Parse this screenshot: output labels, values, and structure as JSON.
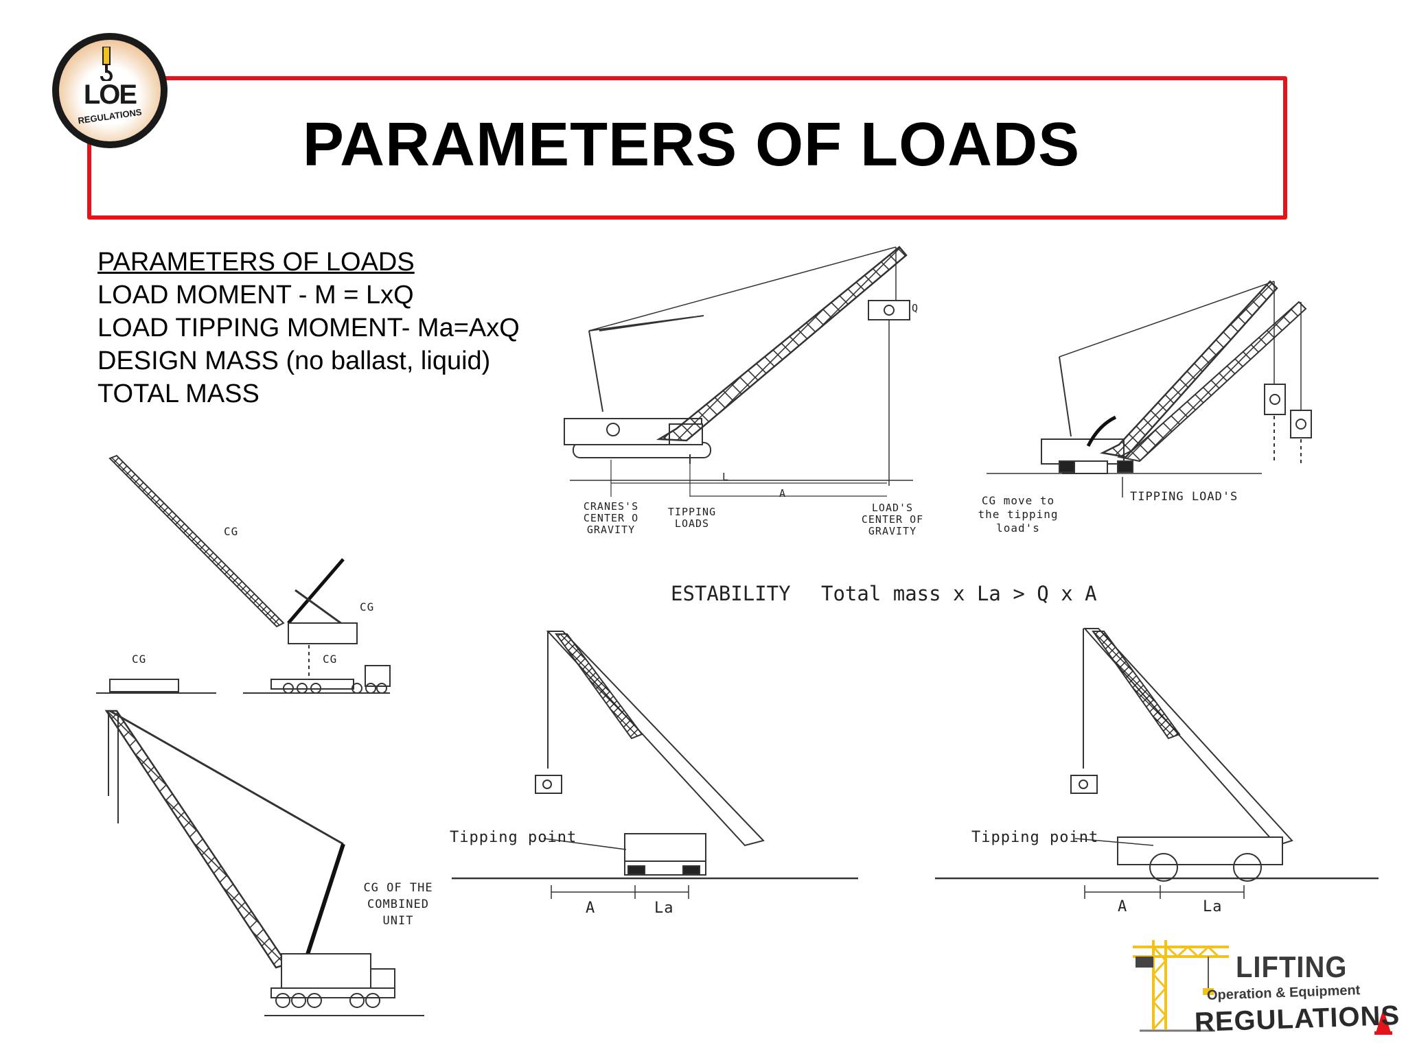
{
  "title": "PARAMETERS OF LOADS",
  "logo": {
    "word": "LOE",
    "sub": "REGULATIONS"
  },
  "parameters": {
    "heading": "PARAMETERS OF LOADS",
    "lines": [
      "LOAD MOMENT -  M = LxQ",
      "LOAD TIPPING MOMENT- Ma=AxQ",
      "DESIGN MASS (no ballast, liquid)",
      "TOTAL MASS"
    ]
  },
  "diagram_crawler": {
    "q": "Q",
    "l": "L",
    "a": "A",
    "crane_cg": "CRANES'S\nCENTER O\nGRAVITY",
    "tipping_loads": "TIPPING\nLOADS",
    "load_cg": "LOAD'S\nCENTER OF\nGRAVITY"
  },
  "diagram_tipping": {
    "cg_move": "CG move to\nthe tipping load's",
    "tipping_loads": "TIPPING LOAD'S"
  },
  "diagram_components": {
    "cg_boom": "CG",
    "cg_upper": "CG",
    "cg_carrier1": "CG",
    "cg_carrier2": "CG"
  },
  "diagram_combined": {
    "cg_combined": "CG OF THE\nCOMBINED\nUNIT"
  },
  "stability": {
    "label": "ESTABILITY",
    "formula": "Total mass x La > Q x A"
  },
  "diagram_stab_left": {
    "tipping_point": "Tipping point",
    "a": "A",
    "la": "La"
  },
  "diagram_stab_right": {
    "tipping_point": "Tipping point",
    "a": "A",
    "la": "La"
  },
  "footer": {
    "line1": "LIFTING",
    "line2": "Operation & Equipment",
    "line3": "REGULATIONS"
  },
  "colors": {
    "frame": "#e4141b",
    "logo_accent": "#e9a25f",
    "crane_yellow": "#f2c21a"
  }
}
